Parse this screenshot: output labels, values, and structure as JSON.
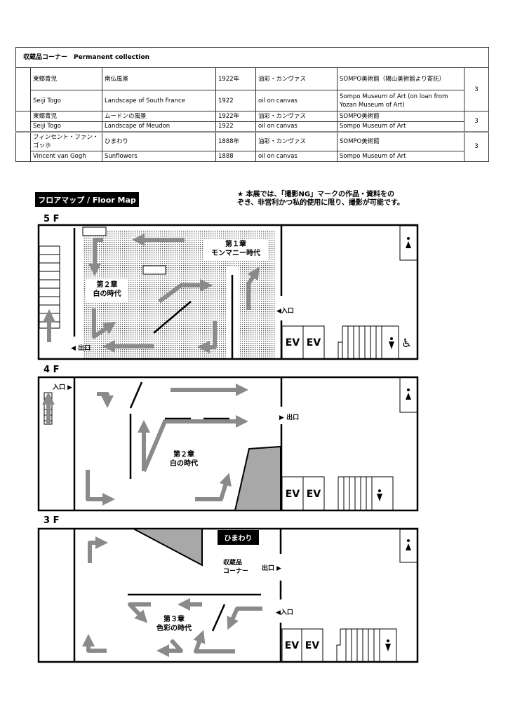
{
  "collection": {
    "title": "収蔵品コーナー　Permanent collection",
    "rows": [
      {
        "artist_ja": "東郷青児",
        "title_ja": "南仏風景",
        "year_ja": "1922年",
        "medium_ja": "油彩・カンヴァス",
        "owner_ja": "SOMPO美術館（陽山美術館より寄託）",
        "artist_en": "Seiji Togo",
        "title_en": "Landscape of South France",
        "year_en": "1922",
        "medium_en": "oil on canvas",
        "owner_en": "Sompo Museum of Art (on loan from Yozan Museum of Art)",
        "floor": "3"
      },
      {
        "artist_ja": "東郷青児",
        "title_ja": "ムードンの風景",
        "year_ja": "1922年",
        "medium_ja": "油彩・カンヴァス",
        "owner_ja": "SOMPO美術館",
        "artist_en": "Seiji Togo",
        "title_en": "Landscape of Meudon",
        "year_en": "1922",
        "medium_en": "oil on canvas",
        "owner_en": "Sompo Museum of Art",
        "floor": "3"
      },
      {
        "artist_ja": "フィンセント・ファン・ゴッホ",
        "title_ja": "ひまわり",
        "year_ja": "1888年",
        "medium_ja": "油彩・カンヴァス",
        "owner_ja": "SOMPO美術館",
        "artist_en": "Vincent van Gogh",
        "title_en": "Sunflowers",
        "year_en": "1888",
        "medium_en": "oil on canvas",
        "owner_en": "Sompo Museum of Art",
        "floor": "3"
      }
    ]
  },
  "floormap": {
    "title": "フロアマップ / Floor Map",
    "note_line1": "★ 本展では、「撮影NG」マークの作品・資料をの",
    "note_line2": "ぞき、非営利かつ私的使用に限り、撮影が可能です。",
    "ev": "EV",
    "entrance": "入口",
    "exit": "出口",
    "floors": {
      "f5": {
        "label": "5 F",
        "ch1_a": "第１章",
        "ch1_b": "モンマニー時代",
        "ch2_a": "第２章",
        "ch2_b": "白の時代"
      },
      "f4": {
        "label": "4 F",
        "ch2_a": "第２章",
        "ch2_b": "白の時代"
      },
      "f3": {
        "label": "3 F",
        "sunflowers": "ひまわり",
        "corner_a": "収蔵品",
        "corner_b": "コーナー",
        "ch3_a": "第３章",
        "ch3_b": "色彩の時代"
      }
    }
  },
  "colors": {
    "arrow": "#8a8a8a",
    "shade": "#a8a8a8",
    "black": "#000000"
  }
}
